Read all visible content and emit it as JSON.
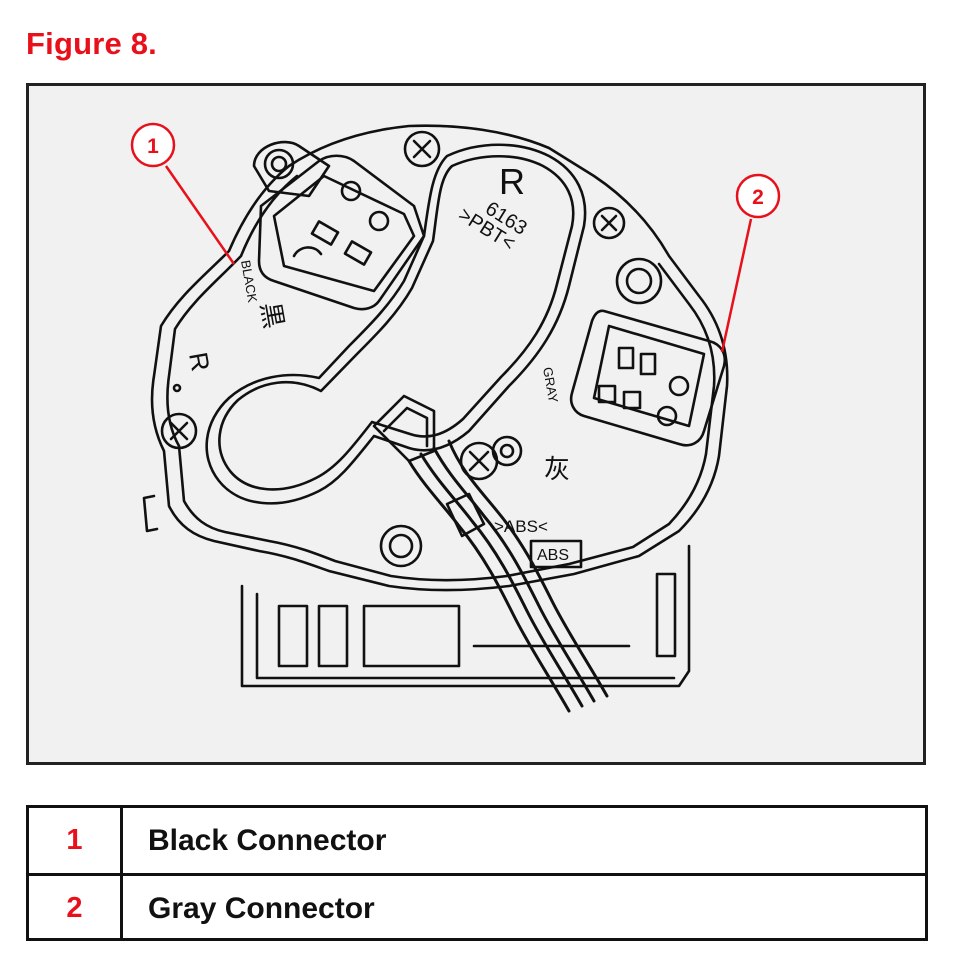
{
  "figure": {
    "title": "Figure 8.",
    "part_markings": {
      "cover_letter": "R",
      "cover_number": "6163",
      "cover_material": ">PBT<",
      "black_tag": "BLACK",
      "black_kanji": "黒",
      "gray_tag": "GRAY",
      "gray_kanji": "灰",
      "housing_letter": "R",
      "abs_marking": ">ABS<",
      "abs_box": "ABS"
    },
    "callouts": [
      {
        "number": "1"
      },
      {
        "number": "2"
      }
    ]
  },
  "legend": {
    "rows": [
      {
        "number": "1",
        "label": "Black Connector"
      },
      {
        "number": "2",
        "label": "Gray Connector"
      }
    ]
  },
  "colors": {
    "accent_red": "#e8101b",
    "line": "#111111",
    "frame_background": "#f1f1f1"
  }
}
